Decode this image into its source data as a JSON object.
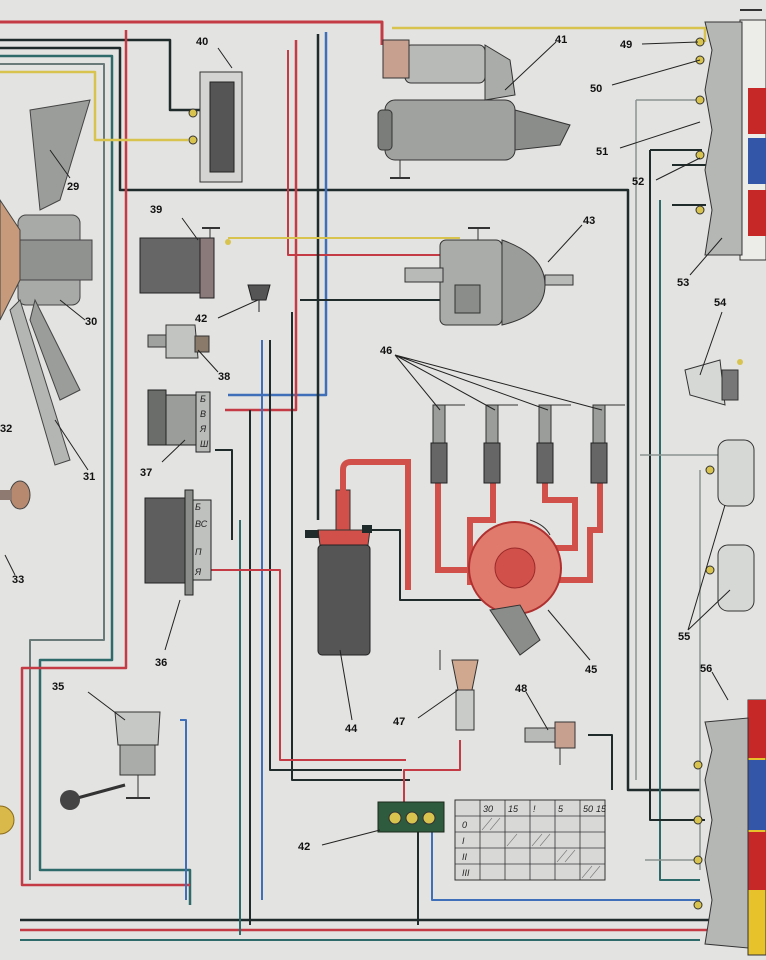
{
  "labels": {
    "c29": "29",
    "c30": "30",
    "c31": "31",
    "c32": "32",
    "c33": "33",
    "c35": "35",
    "c36": "36",
    "c37": "37",
    "c38": "38",
    "c39": "39",
    "c40": "40",
    "c41": "41",
    "c42a": "42",
    "c42b": "42",
    "c43": "43",
    "c44": "44",
    "c45": "45",
    "c46": "46",
    "c47": "47",
    "c48": "48",
    "c49": "49",
    "c50": "50",
    "c51": "51",
    "c52": "52",
    "c53": "53",
    "c54": "54",
    "c55": "55",
    "c56": "56"
  },
  "terminals_37": [
    "Б",
    "В",
    "Я",
    "Ш"
  ],
  "terminals_36": [
    "Б",
    "ВС",
    "П",
    "Я"
  ],
  "switch_table": {
    "headers": [
      "30",
      "15",
      "!",
      "5",
      "50",
      "15"
    ],
    "rows": [
      "0",
      "I",
      "II",
      "III"
    ]
  },
  "colors": {
    "red_wire": "#c43b45",
    "blue_wire": "#3f6fb8",
    "yellow_wire": "#d8c34e",
    "dark_wire": "#1f2a2a",
    "ht_lead": "#d2504a",
    "lamp_red": "#c62828",
    "lamp_blue": "#3456a8",
    "lamp_yellow": "#e8c22a"
  }
}
